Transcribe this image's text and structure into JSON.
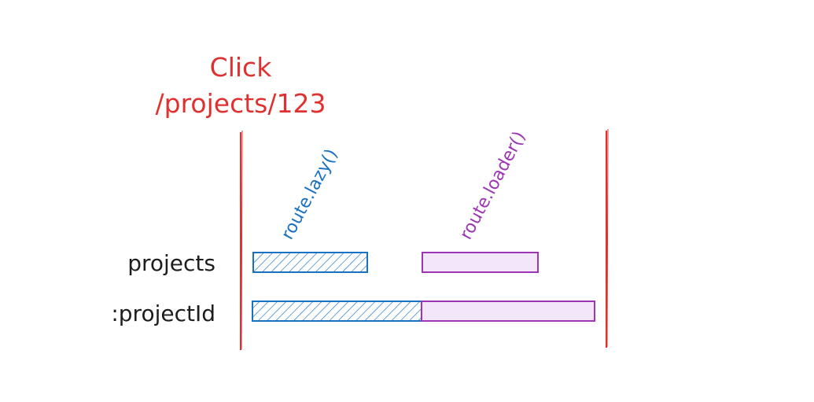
{
  "click_label": {
    "line1": "Click",
    "line2": "/projects/123"
  },
  "rows": [
    {
      "label": "projects"
    },
    {
      "label": ":projectId"
    }
  ],
  "phases": {
    "lazy": {
      "label": "route.lazy()"
    },
    "loader": {
      "label": "route.loader()"
    }
  },
  "colors": {
    "marker": "#e03131",
    "lazy_stroke": "#1971c2",
    "loader_stroke": "#9c36b5",
    "loader_fill": "#f3e6fb",
    "text": "#1e1e1e"
  }
}
